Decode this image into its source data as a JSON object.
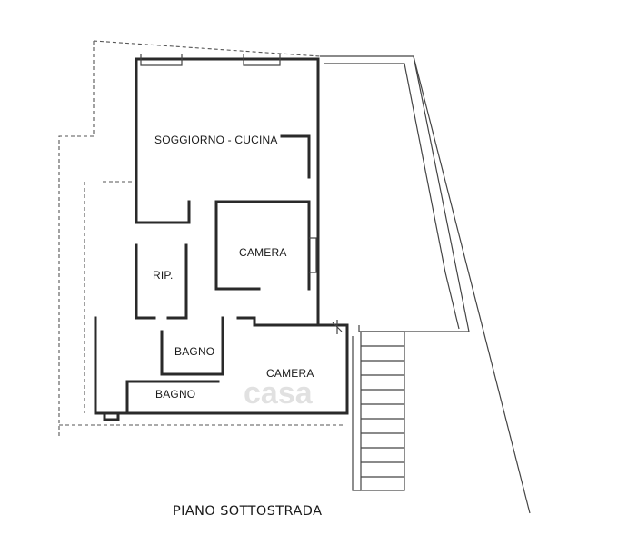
{
  "rooms": {
    "living_kitchen": "SOGGIORNO - CUCINA",
    "bedroom_1": "CAMERA",
    "storage": "RIP.",
    "bathroom_1": "BAGNO",
    "bedroom_2": "CAMERA",
    "bathroom_2": "BAGNO"
  },
  "plan_title": "PIANO SOTTOSTRADA",
  "watermark": "casa"
}
